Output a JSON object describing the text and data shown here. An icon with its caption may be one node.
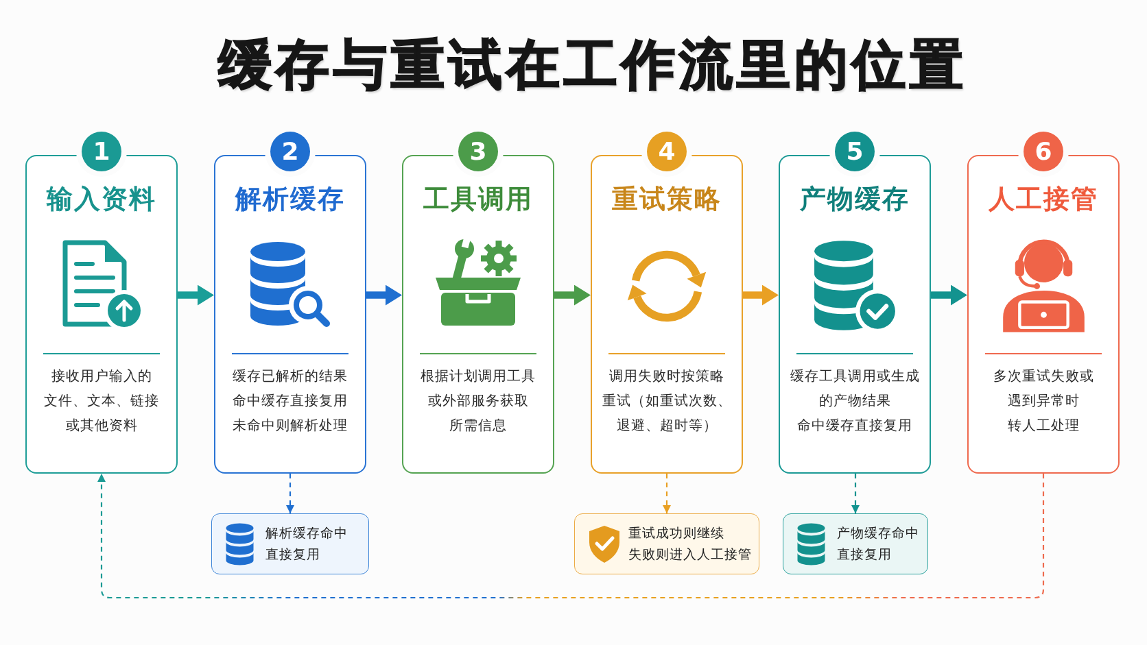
{
  "diagram": {
    "title": "缓存与重试在工作流里的位置",
    "nodes": [
      {
        "text": [
          "1",
          "输入资料",
          "接收用户输入的文件、文本、链接或其他资料"
        ]
      },
      {
        "text": [
          "2",
          "解析缓存",
          "缓存已解析的结果命中缓存直接复用未命中则解析处理"
        ]
      },
      {
        "text": [
          "3",
          "工具调用",
          "根据计划调用工具或外部服务获取所需信息"
        ]
      },
      {
        "text": [
          "4",
          "重试策略",
          "调用失败时按策略重试（如重试次数、退避、超时等）"
        ]
      },
      {
        "text": [
          "5",
          "产物缓存",
          "缓存工具调用或生成的产物结果命中缓存直接复用"
        ]
      },
      {
        "text": [
          "6",
          "人工接管",
          "多次重试失败或遇到异常时转人工处理"
        ]
      },
      {
        "text": [
          "解析缓存命中直接复用"
        ]
      },
      {
        "text": [
          "重试成功则继续失败则进入人工接管"
        ]
      },
      {
        "text": [
          "产物缓存命中直接复用"
        ]
      }
    ],
    "edges": [
      {
        "from": 0,
        "to": 1,
        "arrow": "to",
        "color": "#1a9e98"
      },
      {
        "from": 1,
        "to": 2,
        "arrow": "to",
        "color": "#1f6fd0"
      },
      {
        "from": 2,
        "to": 3,
        "arrow": "to",
        "color": "#4c9c4a"
      },
      {
        "from": 3,
        "to": 4,
        "arrow": "to",
        "color": "#e9a024"
      },
      {
        "from": 4,
        "to": 5,
        "arrow": "to",
        "color": "#13938f"
      },
      {
        "from": 1,
        "to": 6,
        "arrow": "to",
        "style": "dashed",
        "color": "#1f6fd0"
      },
      {
        "from": 3,
        "to": 7,
        "arrow": "to",
        "style": "dashed",
        "color": "#e9a024"
      },
      {
        "from": 4,
        "to": 8,
        "arrow": "to",
        "style": "dashed",
        "color": "#13938f"
      },
      {
        "from": 5,
        "to": 0,
        "arrow": "to",
        "style": "dashed",
        "color": "#ee6a4d"
      }
    ]
  }
}
